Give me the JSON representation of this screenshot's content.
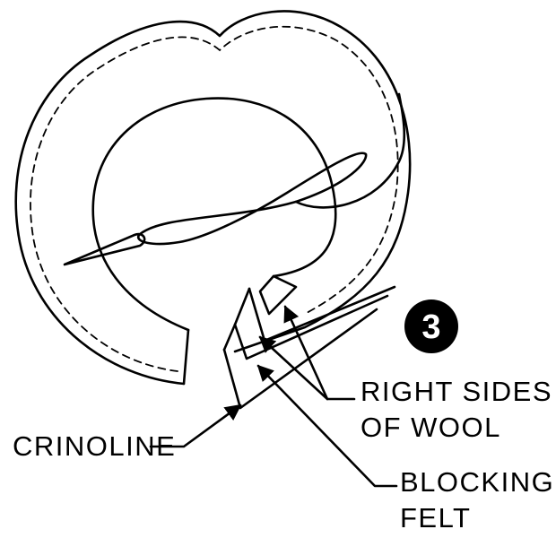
{
  "step": {
    "number": "3"
  },
  "labels": {
    "right_sides_line1": "RIGHT SIDES",
    "right_sides_line2": "OF WOOL",
    "crinoline": "CRINOLINE",
    "blocking_line1": "BLOCKING",
    "blocking_line2": "FELT"
  },
  "colors": {
    "ink": "#000000",
    "paper": "#ffffff"
  }
}
